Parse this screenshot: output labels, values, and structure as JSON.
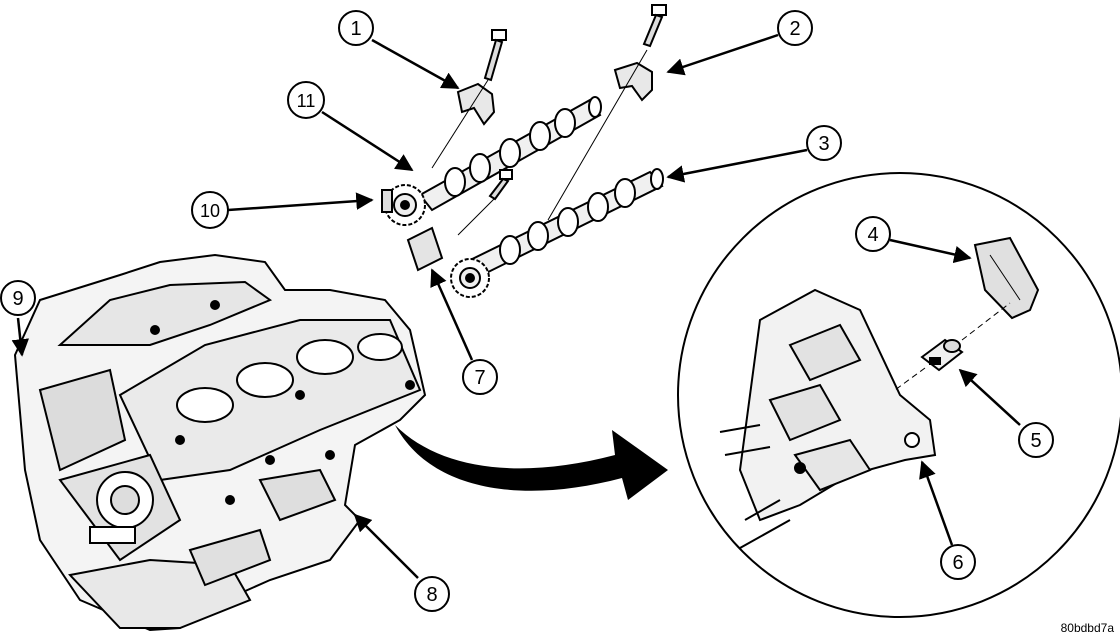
{
  "callouts": [
    {
      "id": "callout-1",
      "label": "1"
    },
    {
      "id": "callout-2",
      "label": "2"
    },
    {
      "id": "callout-3",
      "label": "3"
    },
    {
      "id": "callout-4",
      "label": "4"
    },
    {
      "id": "callout-5",
      "label": "5"
    },
    {
      "id": "callout-6",
      "label": "6"
    },
    {
      "id": "callout-7",
      "label": "7"
    },
    {
      "id": "callout-8",
      "label": "8"
    },
    {
      "id": "callout-9",
      "label": "9"
    },
    {
      "id": "callout-10",
      "label": "10"
    },
    {
      "id": "callout-11",
      "label": "11"
    }
  ],
  "figure_code": "80bdbd7a",
  "colors": {
    "ink": "#000000",
    "paper": "#ffffff",
    "shade": "#d8d8d8"
  }
}
